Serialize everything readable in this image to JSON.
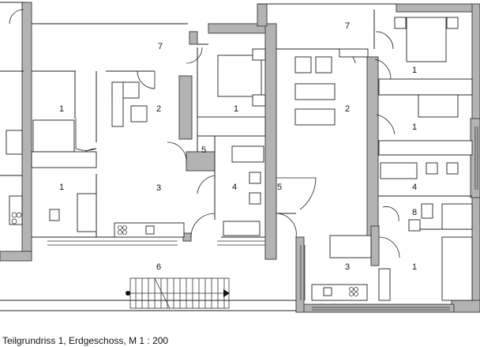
{
  "caption": "Teilgrundriss 1, Erdgeschoss, M 1 : 200",
  "room_labels": [
    "7",
    "7",
    "1",
    "2",
    "1",
    "2",
    "1",
    "5",
    "1",
    "3",
    "4",
    "5",
    "4",
    "8",
    "6",
    "3",
    "1",
    "1"
  ]
}
